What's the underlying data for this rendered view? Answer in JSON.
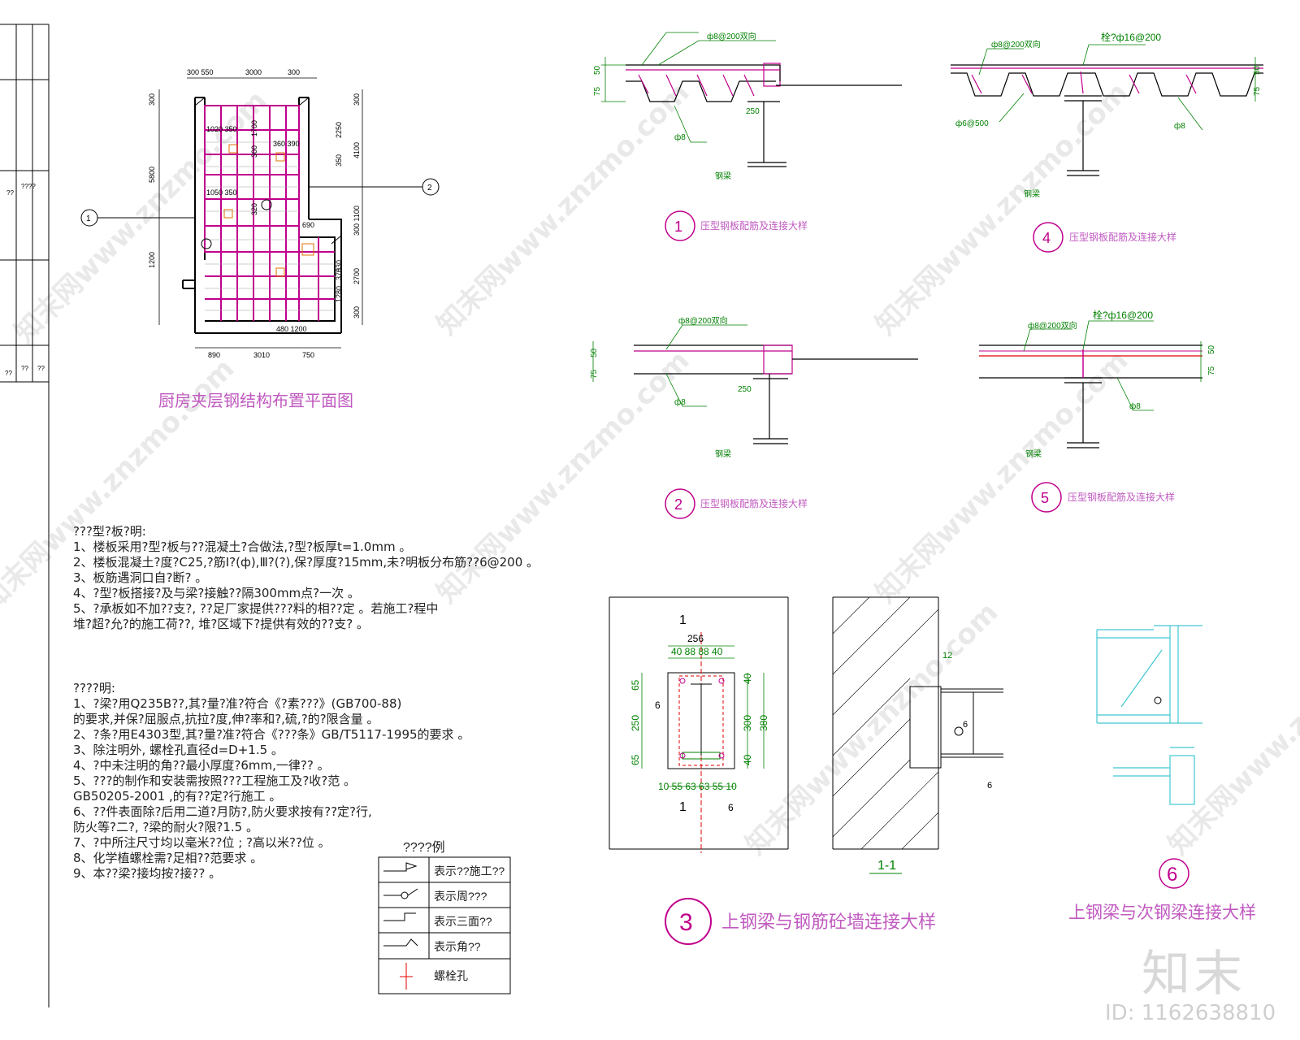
{
  "colors": {
    "steel": "#c0008c",
    "dim": "#008000",
    "label": "#c05ac0",
    "cyan": "#40c8d0",
    "red": "#e00000",
    "black": "#000000",
    "watermark": "#e6e6e6"
  },
  "title_block": {
    "col1": "??",
    "col2": "????",
    "col3": "??",
    "col4": "??",
    "col5": "??"
  },
  "plan": {
    "title": "厨房夹层钢结构布置平面图",
    "dims_top": [
      "300 550",
      "3000",
      "300"
    ],
    "dims_left": [
      "300",
      "5800",
      "1200"
    ],
    "dims_right": [
      "300",
      "2250",
      "350",
      "4100",
      "300 1100",
      "830",
      "2700",
      "300"
    ],
    "dims_inner": [
      "1020 350",
      "1700",
      "360 390",
      "300",
      "1050 350",
      "320",
      "690",
      "1280",
      "370"
    ],
    "dims_bottom": [
      "890",
      "3010",
      "750",
      "480 1200"
    ],
    "axis_labels": [
      "1",
      "2"
    ]
  },
  "details": {
    "d1": {
      "num": "1",
      "title": "压型钢板配筋及连接大样"
    },
    "d2": {
      "num": "2",
      "title": "压型钢板配筋及连接大样"
    },
    "d4": {
      "num": "4",
      "title": "压型钢板配筋及连接大样"
    },
    "d5": {
      "num": "5",
      "title": "压型钢板配筋及连接大样"
    },
    "d3": {
      "num": "3",
      "title": "上钢梁与钢筋砼墙连接大样",
      "section": "1-1"
    },
    "d6": {
      "num": "6",
      "title": "上钢梁与次钢梁连接大样"
    }
  },
  "rebar_labels": {
    "a": "ф8@200双向",
    "b": "栓?ф16@200",
    "c": "ф6@500",
    "d": "ф8",
    "e": "75",
    "f": "50",
    "g": "250",
    "h": "钢梁"
  },
  "notes_deck": {
    "heading": "???型?板?明:",
    "lines": [
      "1、楼板采用?型?板与??混凝土?合做法,?型?板厚t=1.0mm 。",
      "2、楼板混凝土?度?C25,?筋Ⅰ?(ф),Ⅲ?(?),保?厚度?15mm,未?明板分布筋??6@200 。",
      "3、板筋遇洞口自?断? 。",
      "4、?型?板搭接?及与梁?接触??隔300mm点?一次 。",
      "5、?承板如不加??支?, ??足厂家提供???料的相??定 。若施工?程中",
      "   堆?超?允?的施工荷??, 堆?区域下?提供有效的??支? 。"
    ]
  },
  "notes_steel": {
    "heading": "????明:",
    "lines": [
      "1、?梁?用Q235B??,其?量?准?符合《?素???》(GB700-88)",
      "   的要求,并保?屈服点,抗拉?度,伸?率和?,硫,?的?限含量 。",
      "2、?条?用E4303型,其?量?准?符合《???条》GB/T5117-1995的要求 。",
      "3、除注明外, 螺栓孔直径d=D+1.5 。",
      "4、?中未注明的角??最小厚度?6mm,一律?? 。",
      "5、???的制作和安装需按照???工程施工及?收?范 。",
      "   GB50205-2001 ,的有??定?行施工 。",
      "6、??件表面除?后用二道?月防?,防火要求按有??定?行,",
      "   防火等?二?, ?梁的耐火?限?1.5 。",
      "7、?中所注尺寸均以毫米??位 ; ?高以米??位 。",
      "8、化学植螺栓需?足相??范要求 。",
      "9、本??梁?接均按?接?? 。"
    ]
  },
  "legend": {
    "title": "????例",
    "rows": [
      "表示??施工??",
      "表示周???",
      "表示三面??",
      "表示角??",
      "螺栓孔"
    ]
  },
  "detail3_dims": {
    "section_marks": [
      "1",
      "1"
    ],
    "width": "256",
    "spacing": "40 88  88 40",
    "left": [
      "65",
      "250",
      "65"
    ],
    "right": [
      "40",
      "300",
      "380",
      "40"
    ],
    "bottom": "10 55 63 63 55 10",
    "weld": "6",
    "offset": "12"
  },
  "brand": {
    "logo": "知末",
    "id": "ID: 1162638810",
    "watermark": "知末网www.znzmo.com"
  }
}
